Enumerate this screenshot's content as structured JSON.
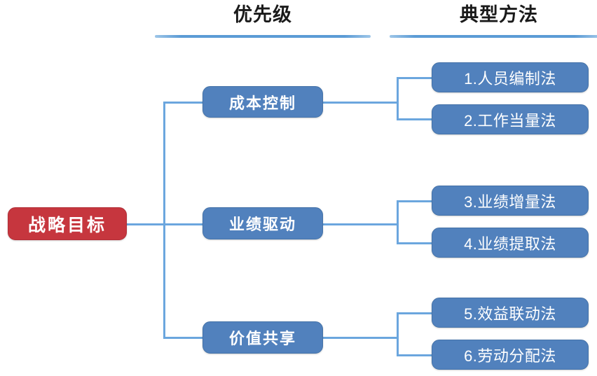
{
  "headers": [
    {
      "label": "优先级"
    },
    {
      "label": "典型方法"
    }
  ],
  "root": {
    "label": "战略目标",
    "color": "#C6363E"
  },
  "branches": [
    {
      "label": "成本控制",
      "color": "#5181BD",
      "methods": [
        {
          "label": "1.人员编制法"
        },
        {
          "label": "2.工作当量法"
        }
      ]
    },
    {
      "label": "业绩驱动",
      "color": "#5181BD",
      "methods": [
        {
          "label": "3.业绩增量法"
        },
        {
          "label": "4.业绩提取法"
        }
      ]
    },
    {
      "label": "价值共享",
      "color": "#5181BD",
      "methods": [
        {
          "label": "5.效益联动法"
        },
        {
          "label": "6.劳动分配法"
        }
      ]
    }
  ],
  "theme": {
    "background": "#FFFFFF",
    "connector_color": "#6BA6DE",
    "title_color": "#1A1A1A",
    "node_text_color": "#FFFFFF"
  }
}
